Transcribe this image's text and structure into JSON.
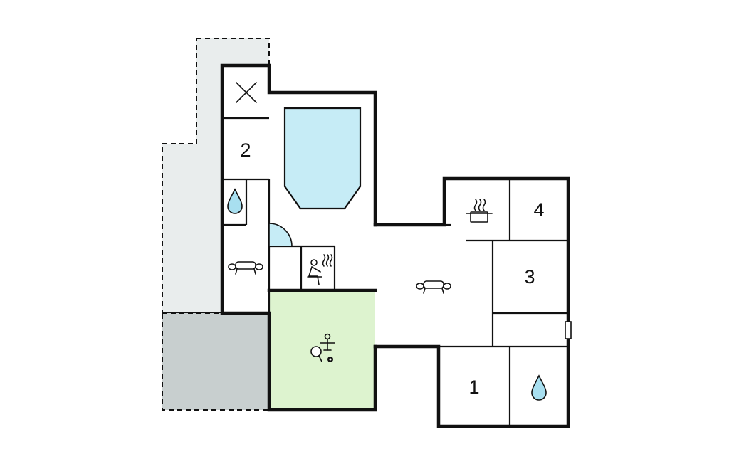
{
  "colors": {
    "wall": "#111111",
    "terrace_light": "#e9eded",
    "terrace_dark": "#c8cfcf",
    "pool": "#c6ecf6",
    "activity_room": "#ddf3cf",
    "water_drop": "#a8dff0",
    "background": "#ffffff"
  },
  "rooms": [
    {
      "id": "bedroom-2",
      "label": "2",
      "icon": null
    },
    {
      "id": "toilet",
      "label": "",
      "icon": "x-mark-icon"
    },
    {
      "id": "bathroom-west",
      "label": "",
      "icon": "water-drop-icon"
    },
    {
      "id": "living-west",
      "label": "",
      "icon": "sofa-icon"
    },
    {
      "id": "pool-room",
      "label": "",
      "icon": "indoor-pool"
    },
    {
      "id": "sauna",
      "label": "",
      "icon": "sauna-icon"
    },
    {
      "id": "activity-room",
      "label": "",
      "icon": "table-tennis-foosball-icon"
    },
    {
      "id": "living-main",
      "label": "",
      "icon": "sofa-icon"
    },
    {
      "id": "kitchen",
      "label": "",
      "icon": "cooking-pot-icon"
    },
    {
      "id": "bedroom-4",
      "label": "4",
      "icon": null
    },
    {
      "id": "bedroom-3",
      "label": "3",
      "icon": null
    },
    {
      "id": "bedroom-1",
      "label": "1",
      "icon": null
    },
    {
      "id": "bathroom-east",
      "label": "",
      "icon": "water-drop-icon"
    }
  ],
  "labels": {
    "room_1": "1",
    "room_2": "2",
    "room_3": "3",
    "room_4": "4"
  }
}
